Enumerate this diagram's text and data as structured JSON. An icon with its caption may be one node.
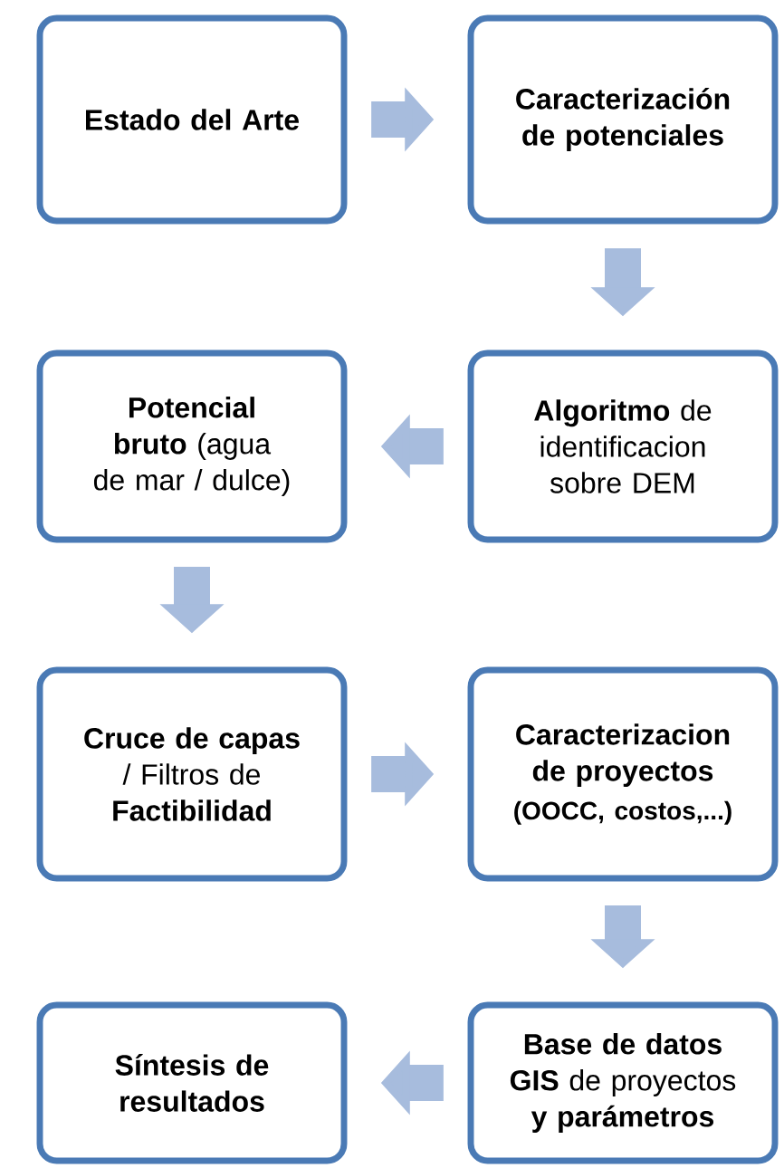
{
  "diagram": {
    "nodes": [
      {
        "text": [
          "Estado del Arte"
        ]
      },
      {
        "text": [
          "Caracterización de potenciales"
        ]
      },
      {
        "text": [
          "**Potencial bruto** (agua de mar / dulce)"
        ]
      },
      {
        "text": [
          "**Algoritmo** de identificacion sobre DEM"
        ]
      },
      {
        "text": [
          "**Cruce de capas** / Filtros de **Factibilidad**"
        ]
      },
      {
        "text": [
          "Caracterizacion de proyectos",
          "(OOCC, costos,...)"
        ]
      },
      {
        "text": [
          "**Base de datos GIS** de proyectos **y parámetros**"
        ]
      },
      {
        "text": [
          "Síntesis de resultados"
        ]
      }
    ],
    "edges": [
      {
        "from": 0,
        "to": 1,
        "arrow": "to"
      },
      {
        "from": 1,
        "to": 3,
        "arrow": "to"
      },
      {
        "from": 3,
        "to": 2,
        "arrow": "to"
      },
      {
        "from": 2,
        "to": 4,
        "arrow": "to"
      },
      {
        "from": 4,
        "to": 5,
        "arrow": "to"
      },
      {
        "from": 5,
        "to": 6,
        "arrow": "to"
      },
      {
        "from": 6,
        "to": 7,
        "arrow": "to"
      }
    ]
  }
}
